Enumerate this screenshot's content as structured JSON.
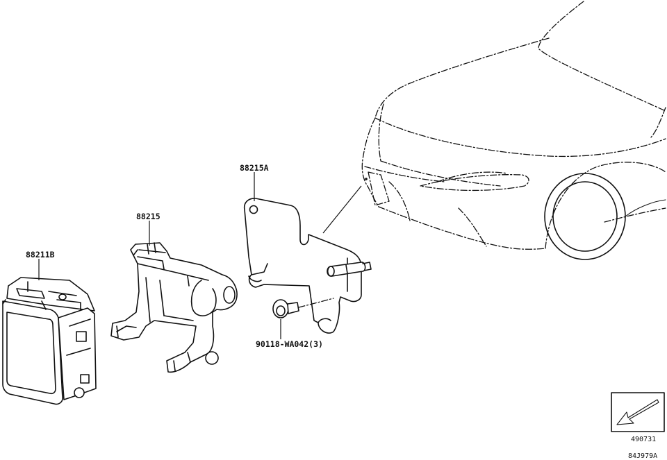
{
  "parts": {
    "radar_sensor": "88211B",
    "bracket": "88215",
    "plate": "88215A",
    "screw": "90118-WA042(3)"
  },
  "footer": {
    "ref_code": "490731",
    "drawing_id": "84J979A"
  },
  "icons": {
    "front_indicator": "front-arrow-icon"
  }
}
